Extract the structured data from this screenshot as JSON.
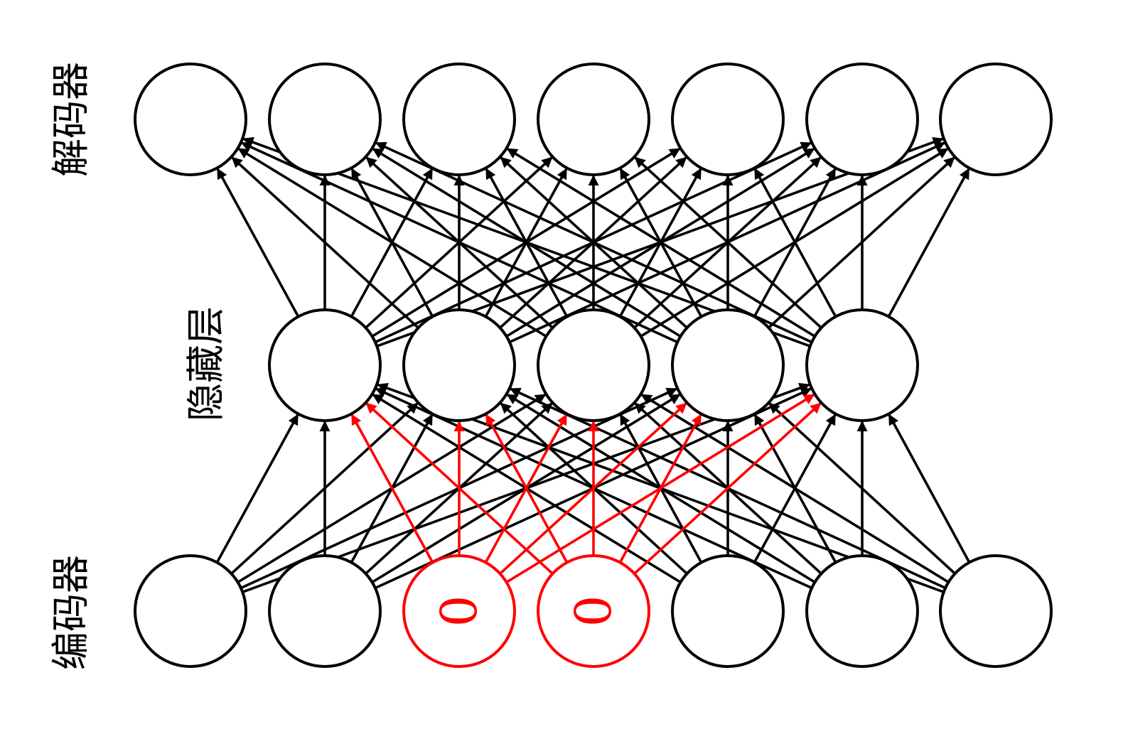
{
  "labels": {
    "decoder": "解码器",
    "hidden": "隐藏层",
    "encoder": "编码器"
  },
  "colors": {
    "normal": "#000000",
    "dropped": "#ff0000",
    "background": "#ffffff"
  },
  "layers": {
    "decoder": {
      "count": 7
    },
    "hidden": {
      "count": 5
    },
    "encoder": {
      "count": 7,
      "dropped_indices": [
        2,
        3
      ],
      "dropped_value": "0"
    }
  }
}
